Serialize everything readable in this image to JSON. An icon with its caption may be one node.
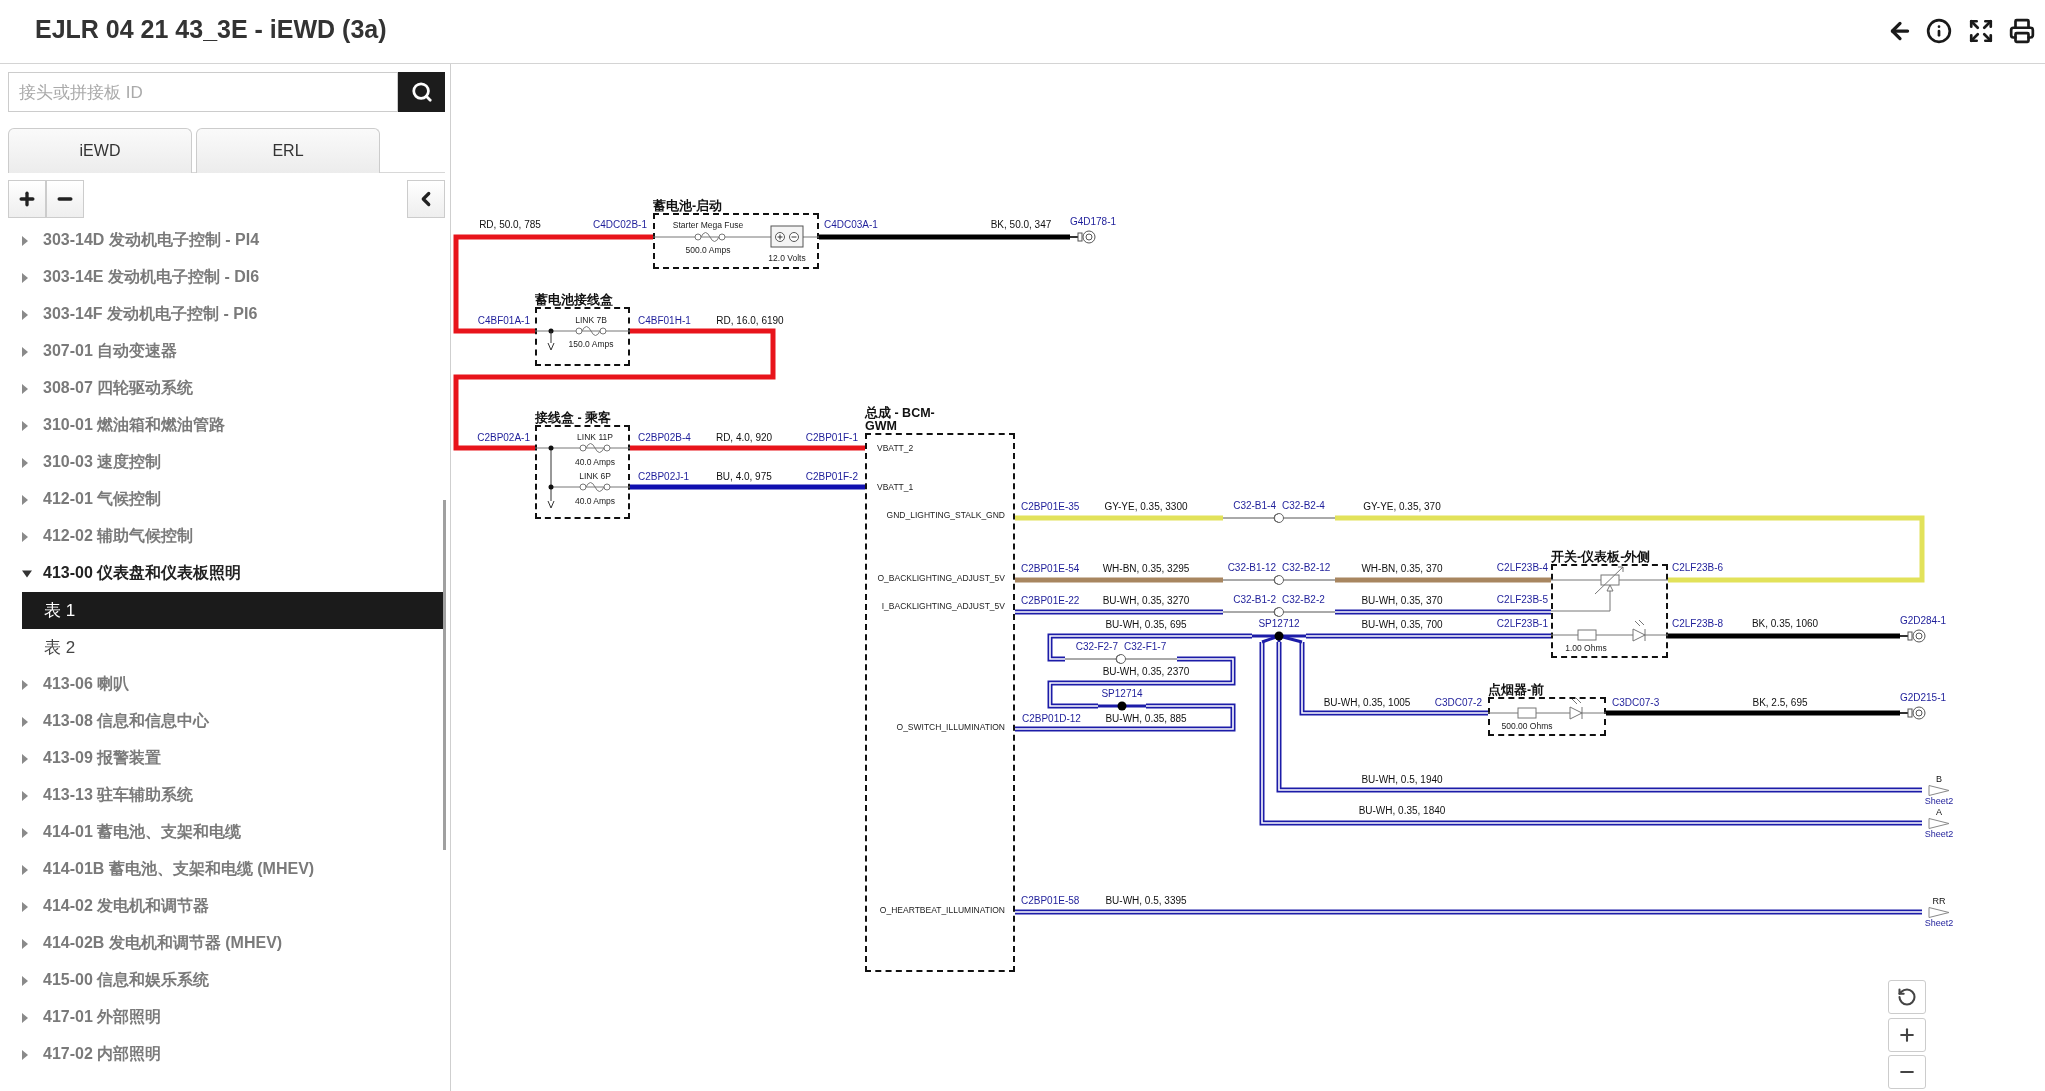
{
  "diagram": {
    "title": "EJLR 04 21 43_3E - iEWD (3a)",
    "nodes": [
      {
        "text": [
          "蓄电池-启动",
          "Starter Mega Fuse",
          "500.0 Amps",
          "12.0 Volts"
        ]
      },
      {
        "text": [
          "G4D178-1"
        ]
      },
      {
        "text": [
          "蓄电池接线盒",
          "LINK 7B",
          "150.0 Amps"
        ]
      },
      {
        "text": [
          "接线盒 - 乘客",
          "LINK 11P",
          "40.0 Amps",
          "LINK 6P",
          "40.0 Amps"
        ]
      },
      {
        "text": [
          "总成 - BCM-GWM",
          "VBATT_2",
          "VBATT_1",
          "GND_LIGHTING_STALK_GND",
          "O_BACKLIGHTING_ADJUST_5V",
          "I_BACKLIGHTING_ADJUST_5V",
          "O_SWITCH_ILLUMINATION",
          "O_HEARTBEAT_ILLUMINATION"
        ]
      },
      {
        "text": [
          "C32-B1-4",
          "C32-B2-4"
        ]
      },
      {
        "text": [
          "C32-B1-12",
          "C32-B2-12"
        ]
      },
      {
        "text": [
          "C32-B1-2",
          "C32-B2-2"
        ]
      },
      {
        "text": [
          "SP12712"
        ]
      },
      {
        "text": [
          "C32-F2-7",
          "C32-F1-7"
        ]
      },
      {
        "text": [
          "SP12714"
        ]
      },
      {
        "text": [
          "开关-仪表板-外侧",
          "1.00 Ohms"
        ]
      },
      {
        "text": [
          "G2D284-1"
        ]
      },
      {
        "text": [
          "点烟器-前",
          "500.00 Ohms"
        ]
      },
      {
        "text": [
          "G2D215-1"
        ]
      },
      {
        "text": [
          "B",
          "Sheet2"
        ]
      },
      {
        "text": [
          "A",
          "Sheet2"
        ]
      },
      {
        "text": [
          "RR",
          "Sheet2"
        ]
      }
    ],
    "edges": [
      {
        "from": 0,
        "to": 2,
        "arrow": "none",
        "label": "RD, 50.0, 785",
        "color": "#e8141b"
      },
      {
        "from": 0,
        "to": 1,
        "arrow": "none",
        "label": "BK, 50.0, 347",
        "color": "#000000"
      },
      {
        "from": 2,
        "to": 3,
        "arrow": "none",
        "label": "RD, 16.0, 6190",
        "color": "#e8141b"
      },
      {
        "from": 3,
        "to": 4,
        "arrow": "none",
        "label": "RD, 4.0, 920",
        "color": "#e8141b"
      },
      {
        "from": 3,
        "to": 4,
        "arrow": "none",
        "label": "BU, 4.0, 975",
        "color": "#1010b0"
      },
      {
        "from": 4,
        "to": 5,
        "arrow": "none",
        "label": "GY-YE, 0.35, 3300",
        "color": "#e2e25a"
      },
      {
        "from": 5,
        "to": 11,
        "arrow": "none",
        "label": "GY-YE, 0.35, 370",
        "color": "#e2e25a"
      },
      {
        "from": 4,
        "to": 6,
        "arrow": "none",
        "label": "WH-BN, 0.35, 3295",
        "color": "#a88660"
      },
      {
        "from": 6,
        "to": 11,
        "arrow": "none",
        "label": "WH-BN, 0.35, 370",
        "color": "#a88660"
      },
      {
        "from": 4,
        "to": 7,
        "arrow": "none",
        "label": "BU-WH, 0.35, 3270"
      },
      {
        "from": 7,
        "to": 11,
        "arrow": "none",
        "label": "BU-WH, 0.35, 370"
      },
      {
        "from": 4,
        "to": 10,
        "arrow": "none",
        "label": "BU-WH, 0.35, 885"
      },
      {
        "from": 10,
        "to": 9,
        "arrow": "none",
        "label": "BU-WH, 0.35, 2370"
      },
      {
        "from": 9,
        "to": 8,
        "arrow": "none",
        "label": "BU-WH, 0.35, 695"
      },
      {
        "from": 8,
        "to": 11,
        "arrow": "none",
        "label": "BU-WH, 0.35, 700"
      },
      {
        "from": 8,
        "to": 13,
        "arrow": "none",
        "label": "BU-WH, 0.35, 1005"
      },
      {
        "from": 8,
        "to": 15,
        "arrow": "none",
        "label": "BU-WH, 0.5, 1940"
      },
      {
        "from": 8,
        "to": 16,
        "arrow": "none",
        "label": "BU-WH, 0.35, 1840"
      },
      {
        "from": 11,
        "to": 12,
        "arrow": "none",
        "label": "BK, 0.35, 1060",
        "color": "#000000"
      },
      {
        "from": 13,
        "to": 14,
        "arrow": "none",
        "label": "BK, 2.5, 695",
        "color": "#000000"
      },
      {
        "from": 4,
        "to": 17,
        "arrow": "none",
        "label": "BU-WH, 0.5, 3395"
      }
    ],
    "labels": [
      "接头或拼接板 ID",
      "iEWD",
      "ERL",
      "303-14D 发动机电子控制 - PI4",
      "303-14E 发动机电子控制 - DI6",
      "303-14F 发动机电子控制 - PI6",
      "307-01 自动变速器",
      "308-07 四轮驱动系统",
      "310-01 燃油箱和燃油管路",
      "310-03 速度控制",
      "412-01 气候控制",
      "412-02 辅助气候控制",
      "413-00 仪表盘和仪表板照明",
      "表 1",
      "表 2",
      "413-06 喇叭",
      "413-08 信息和信息中心",
      "413-09 报警装置",
      "413-13 驻车辅助系统",
      "414-01 蓄电池、支架和电缆",
      "414-01B 蓄电池、支架和电缆 (MHEV)",
      "414-02 发电机和调节器",
      "414-02B 发电机和调节器 (MHEV)",
      "415-00 信息和娱乐系统",
      "417-01 外部照明",
      "417-02 内部照明",
      "C4DC02B-1",
      "C4DC03A-1",
      "C4BF01A-1",
      "C4BF01H-1",
      "C2BP02A-1",
      "C2BP02B-4",
      "C2BP01F-1",
      "C2BP02J-1",
      "C2BP01F-2",
      "C2BP01E-35",
      "C2BP01E-54",
      "C2LF23B-4",
      "C2LF23B-6",
      "C2BP01E-22",
      "C2LF23B-5",
      "C2LF23B-1",
      "C2LF23B-8",
      "C3DC07-2",
      "C3DC07-3",
      "C2BP01D-12",
      "C2BP01E-58"
    ]
  }
}
